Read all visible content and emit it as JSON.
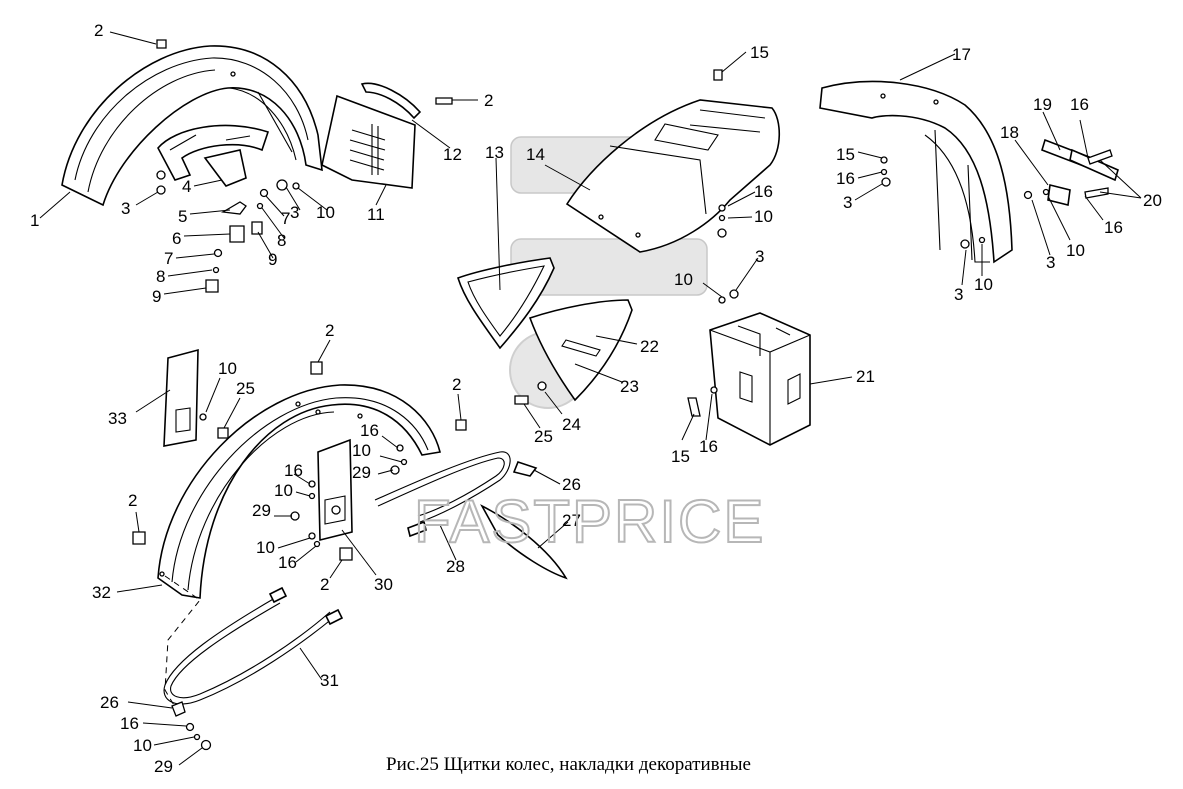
{
  "caption": "Рис.25  Щитки колес, накладки декоративные",
  "watermark": "FASTPRICE",
  "callouts": [
    "2",
    "2",
    "1",
    "3",
    "4",
    "5",
    "6",
    "7",
    "8",
    "9",
    "3",
    "10",
    "7",
    "8",
    "9",
    "11",
    "12",
    "13",
    "14",
    "15",
    "16",
    "10",
    "3",
    "10",
    "17",
    "19",
    "16",
    "18",
    "15",
    "16",
    "3",
    "20",
    "16",
    "3",
    "10",
    "3",
    "10",
    "22",
    "23",
    "21",
    "25",
    "24",
    "15",
    "16",
    "33",
    "10",
    "25",
    "2",
    "2",
    "16",
    "10",
    "29",
    "16",
    "10",
    "29",
    "10",
    "16",
    "2",
    "30",
    "26",
    "27",
    "28",
    "2",
    "32",
    "31",
    "26",
    "16",
    "10",
    "29"
  ]
}
